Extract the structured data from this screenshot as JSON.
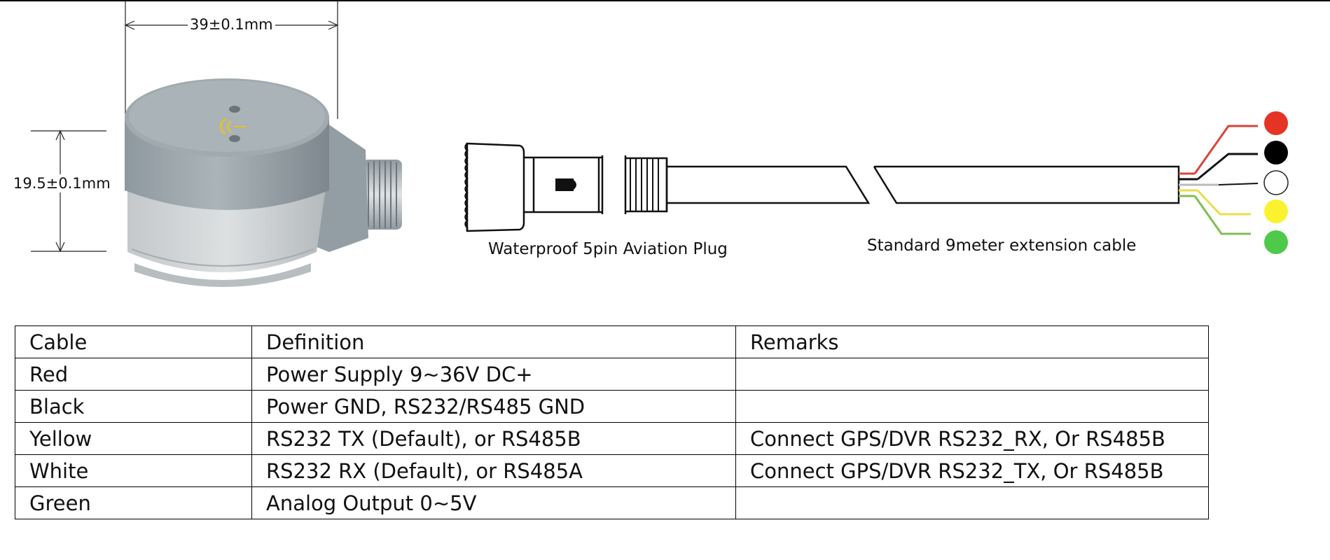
{
  "dimensions": {
    "width_label": "39±0.1mm",
    "height_label": "19.5±0.1mm"
  },
  "captions": {
    "plug": "Waterproof 5pin Aviation Plug",
    "cable": "Standard 9meter extension cable"
  },
  "wire_dots": [
    {
      "color_name": "Red",
      "color": "#e53325"
    },
    {
      "color_name": "Black",
      "color": "#000000"
    },
    {
      "color_name": "White",
      "color": "#ffffff"
    },
    {
      "color_name": "Yellow",
      "color": "#fbf22f"
    },
    {
      "color_name": "Green",
      "color": "#4fc94a"
    }
  ],
  "table": {
    "headers": [
      "Cable",
      "Definition",
      "Remarks"
    ],
    "rows": [
      [
        "Red",
        "Power Supply 9~36V DC+",
        ""
      ],
      [
        "Black",
        "Power GND, RS232/RS485 GND",
        ""
      ],
      [
        "Yellow",
        "RS232 TX (Default), or RS485B",
        "Connect GPS/DVR RS232_RX, Or RS485B"
      ],
      [
        "White",
        "RS232 RX (Default), or RS485A",
        "Connect GPS/DVR RS232_TX, Or RS485B"
      ],
      [
        "Green",
        "Analog Output 0~5V",
        ""
      ]
    ]
  }
}
